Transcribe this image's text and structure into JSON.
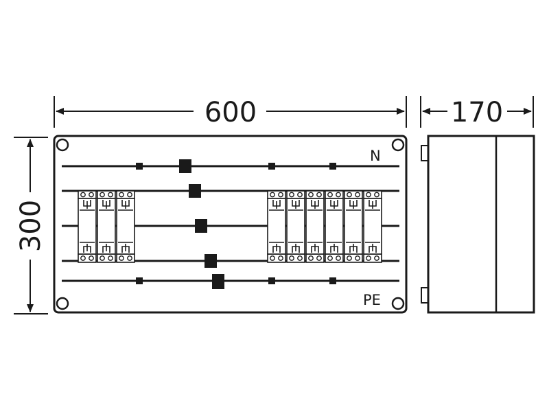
{
  "dimensions": {
    "width": "600",
    "depth": "170",
    "height": "300"
  },
  "labels": {
    "neutral": "N",
    "protective_earth": "PE"
  }
}
